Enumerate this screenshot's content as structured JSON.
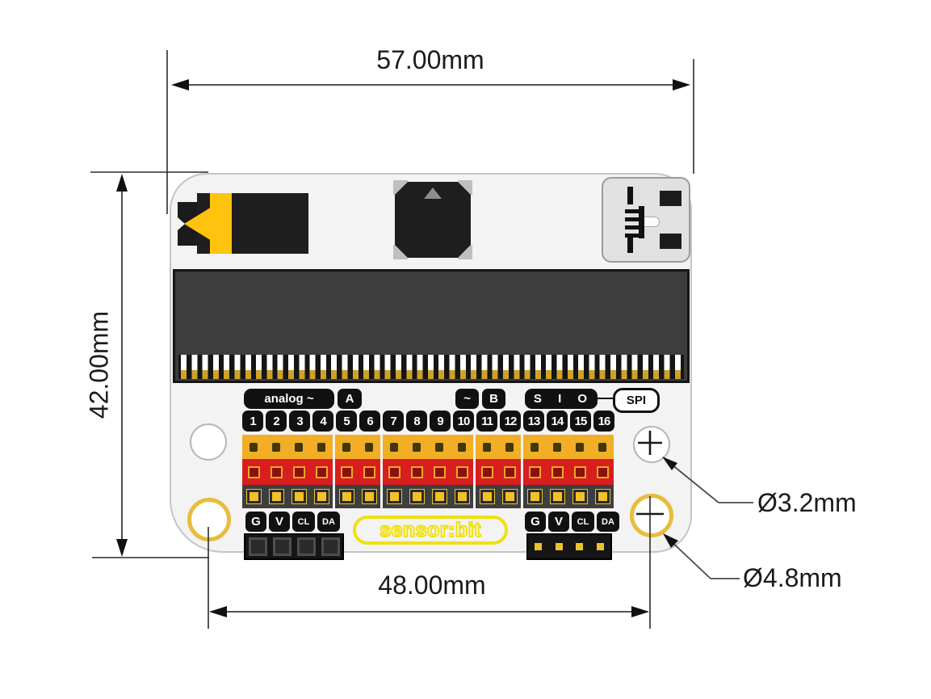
{
  "dimensions": {
    "width_label": "57.00mm",
    "height_label": "42.00mm",
    "hole_spacing_label": "48.00mm",
    "small_hole_label": "Ø3.2mm",
    "large_hole_label": "Ø4.8mm"
  },
  "board": {
    "brand": "sensor:bit",
    "port_labels": {
      "analog": "analog ~",
      "a": "A",
      "tilde": "~",
      "b": "B",
      "sio": "S I O",
      "spi": "SPI"
    },
    "pin_numbers": [
      "1",
      "2",
      "3",
      "4",
      "5",
      "6",
      "7",
      "8",
      "9",
      "10",
      "11",
      "12",
      "13",
      "14",
      "15",
      "16"
    ],
    "header_groups": [
      4,
      2,
      4,
      2,
      4
    ],
    "io_labels": [
      "G",
      "V",
      "CL",
      "DA"
    ],
    "colors": {
      "board_fill": "#f3f3f3",
      "board_border": "#c4c4c4",
      "yellow_header": "#F2AE24",
      "red_header": "#D81E1E",
      "black_header": "#3E3E3E",
      "brand_yellow": "#F0E010",
      "jack_yellow": "#FFC20E",
      "hole_ring_yellow": "#E8BC3C"
    }
  }
}
